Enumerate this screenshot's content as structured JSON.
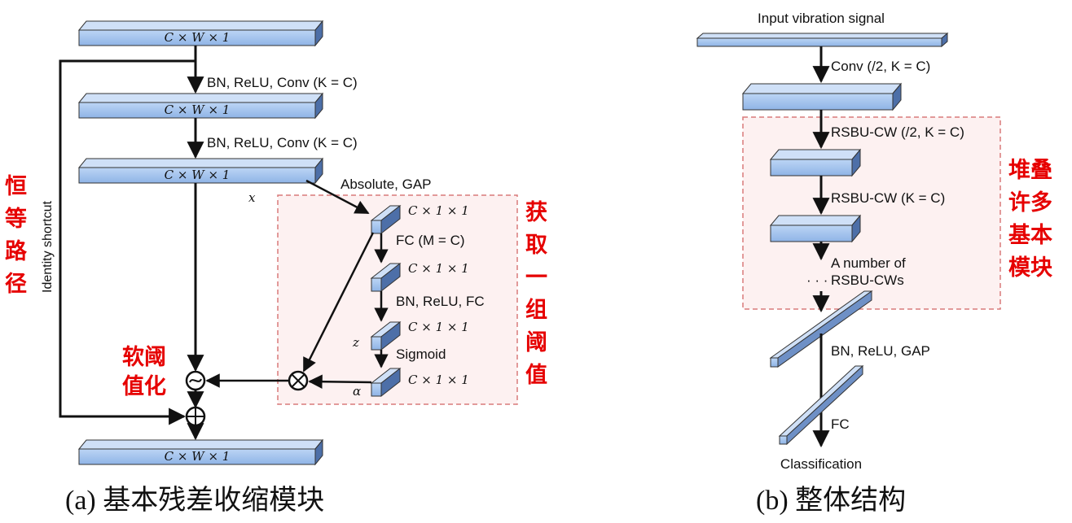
{
  "panel_a": {
    "caption": "(a) 基本残差收缩模块",
    "block_dim": "C × W × 1",
    "vec_dim": "C × 1 × 1",
    "bn_relu_conv": "BN, ReLU, Conv (K = C)",
    "absolute_gap": "Absolute, GAP",
    "fc_m": "FC (M = C)",
    "bn_relu_fc": "BN, ReLU, FC",
    "sigmoid": "Sigmoid",
    "var_x": "x",
    "var_z": "z",
    "var_alpha": "α",
    "identity_shortcut": "Identity shortcut",
    "identity_path_cn": [
      "恒",
      "等",
      "路",
      "径"
    ],
    "soft_threshold_cn": [
      "软阈",
      "值化"
    ],
    "get_threshold_cn": [
      "获",
      "取",
      "一",
      "组",
      "阈",
      "值"
    ]
  },
  "panel_b": {
    "caption": "(b) 整体结构",
    "input": "Input vibration signal",
    "conv": "Conv (/2, K = C)",
    "rsbu1": "RSBU-CW (/2, K = C)",
    "rsbu2": "RSBU-CW (K = C)",
    "many1": "A number of",
    "many2": "RSBU-CWs",
    "dots": "· · ·",
    "bn_relu_gap": "BN, ReLU, GAP",
    "fc": "FC",
    "classification": "Classification",
    "stack_cn": [
      "堆叠",
      "许多",
      "基本",
      "模块"
    ]
  },
  "colors": {
    "box_front": "#a9c8ef",
    "box_top": "#cfe0f7",
    "box_side": "#4d6fa8",
    "red": "#e60000",
    "dashed": "#d97a7a",
    "dashed_fill": "#fdf1f1"
  }
}
